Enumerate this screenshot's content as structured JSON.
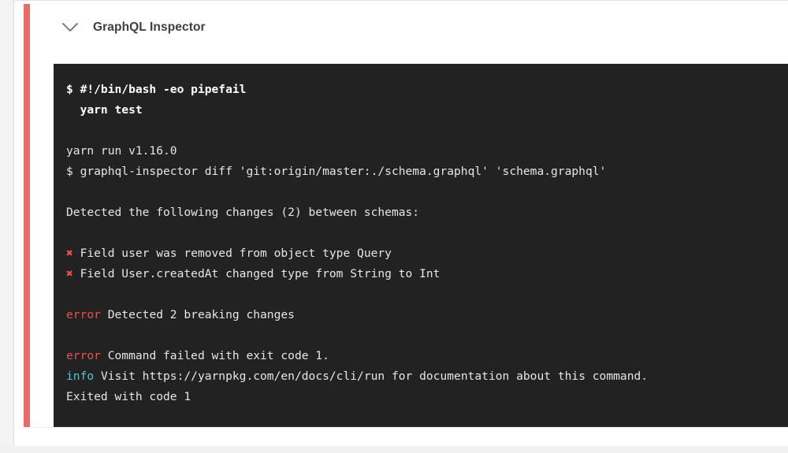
{
  "step": {
    "title": "GraphQL Inspector",
    "collapse_icon": "chevron-down-icon",
    "status_color": "#ea6a67",
    "status": "failed"
  },
  "terminal": {
    "background": "#222222",
    "text_color": "#e6e6e6",
    "error_color": "#e8514f",
    "info_color": "#54c6d6",
    "lines": [
      {
        "id": "l1",
        "type": "command",
        "text": "$ #!/bin/bash -eo pipefail"
      },
      {
        "id": "l2",
        "type": "command",
        "text": "  yarn test"
      },
      {
        "id": "l3",
        "type": "blank",
        "text": ""
      },
      {
        "id": "l4",
        "type": "output",
        "text": "yarn run v1.16.0"
      },
      {
        "id": "l5",
        "type": "output",
        "text": "$ graphql-inspector diff 'git:origin/master:./schema.graphql' 'schema.graphql'"
      },
      {
        "id": "l6",
        "type": "blank",
        "text": ""
      },
      {
        "id": "l7",
        "type": "output",
        "text": "Detected the following changes (2) between schemas:"
      },
      {
        "id": "l8",
        "type": "blank",
        "text": ""
      },
      {
        "id": "l9",
        "type": "change",
        "marker": "✖",
        "text": " Field user was removed from object type Query"
      },
      {
        "id": "l10",
        "type": "change",
        "marker": "✖",
        "text": " Field User.createdAt changed type from String to Int"
      },
      {
        "id": "l11",
        "type": "blank",
        "text": ""
      },
      {
        "id": "l12",
        "type": "error",
        "label": "error",
        "text": " Detected 2 breaking changes"
      },
      {
        "id": "l13",
        "type": "blank",
        "text": ""
      },
      {
        "id": "l14",
        "type": "error",
        "label": "error",
        "text": " Command failed with exit code 1."
      },
      {
        "id": "l15",
        "type": "info",
        "label": "info",
        "text": " Visit https://yarnpkg.com/en/docs/cli/run for documentation about this command."
      },
      {
        "id": "l16",
        "type": "output",
        "text": "Exited with code 1"
      }
    ]
  }
}
